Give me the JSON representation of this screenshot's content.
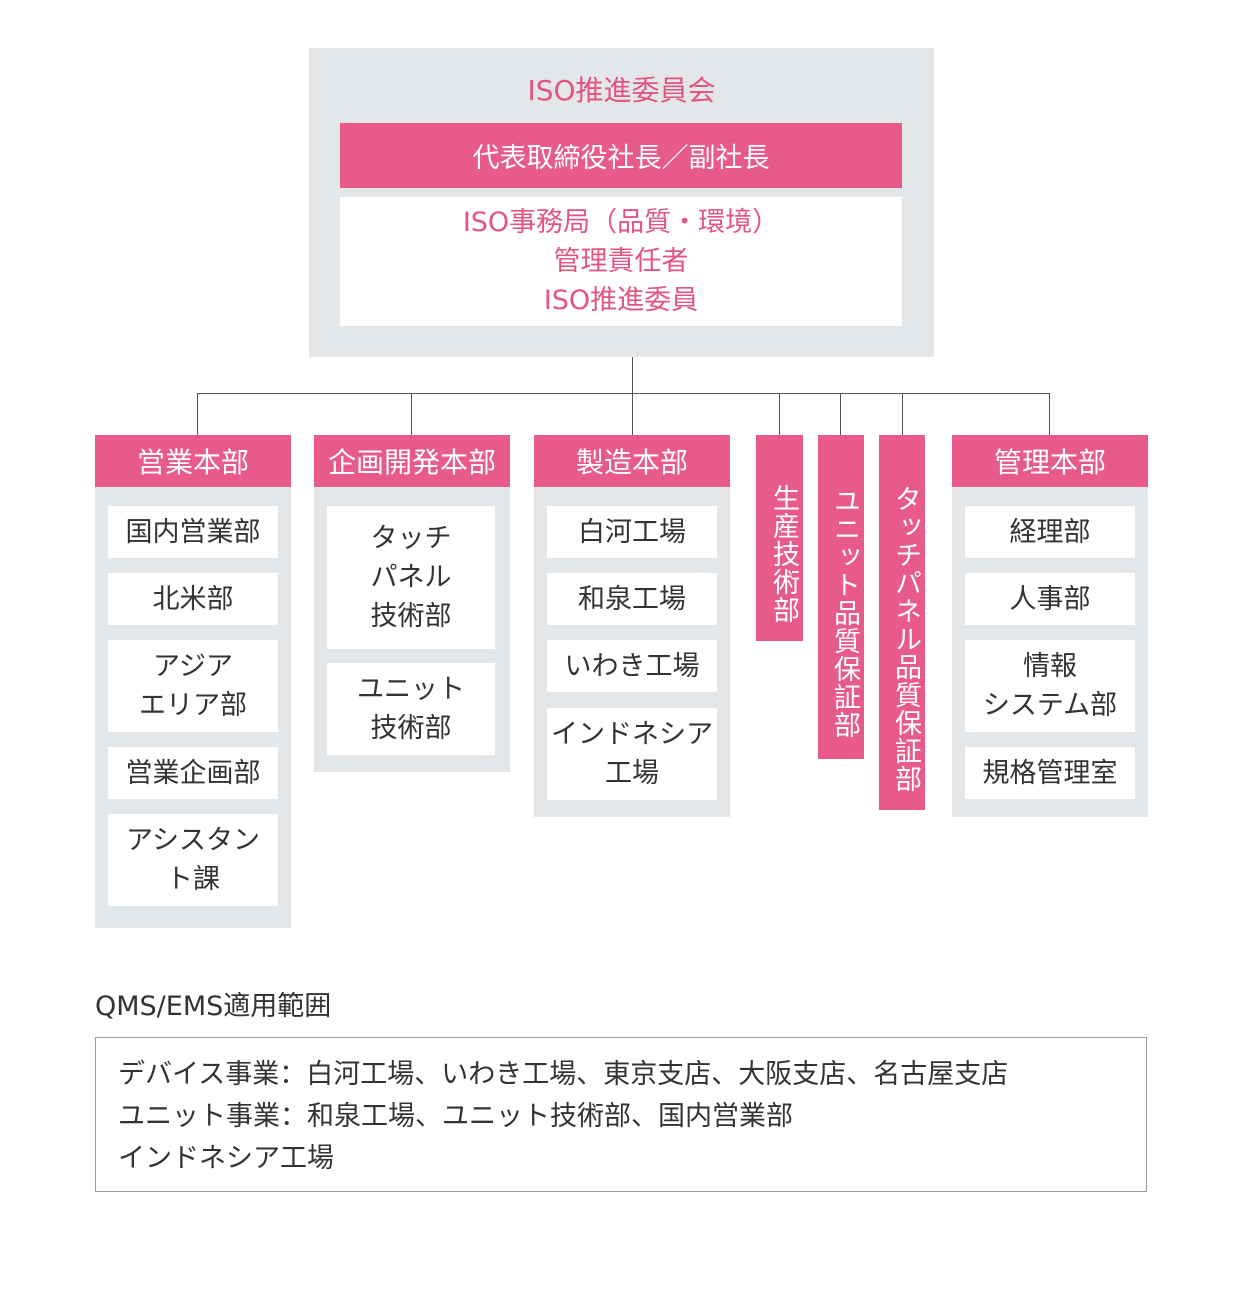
{
  "committee": {
    "title": "ISO推進委員会",
    "president": "代表取締役社長／副社長",
    "office_lines": [
      "ISO事務局（品質・環境）",
      "管理責任者",
      "ISO推進委員"
    ]
  },
  "divisions": {
    "sales": {
      "header": "営業本部",
      "items": [
        "国内営業部",
        "北米部",
        "アジア\nエリア部",
        "営業企画部",
        "アシスタン\nト課"
      ]
    },
    "planning": {
      "header": "企画開発本部",
      "items": [
        "タッチ\nパネル\n技術部",
        "ユニット\n技術部"
      ]
    },
    "manufacturing": {
      "header": "製造本部",
      "items": [
        "白河工場",
        "和泉工場",
        "いわき工場",
        "インドネシア\n工場"
      ]
    },
    "production_tech": {
      "label": "生産技術部"
    },
    "unit_qa": {
      "label": "ユニット品質保証部"
    },
    "touch_qa": {
      "label": "タッチパネル品質保証部"
    },
    "administration": {
      "header": "管理本部",
      "items": [
        "経理部",
        "人事部",
        "情報\nシステム部",
        "規格管理室"
      ]
    }
  },
  "scope": {
    "heading": "QMS/EMS適用範囲",
    "lines": [
      "デバイス事業：白河工場、いわき工場、東京支店、大阪支店、名古屋支店",
      "ユニット事業：和泉工場、ユニット技術部、国内営業部",
      "インドネシア工場"
    ]
  },
  "colors": {
    "accent": "#e85a87",
    "panel": "#e3e7ea",
    "connector": "#555555"
  }
}
